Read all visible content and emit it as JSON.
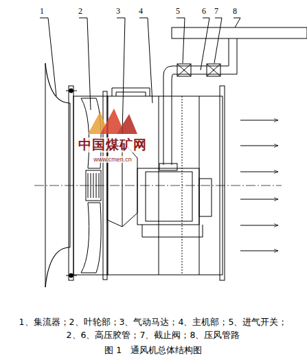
{
  "diagram": {
    "caption": "图 1　通风机总体结构图",
    "labels": [
      "1",
      "2",
      "3",
      "4",
      "5",
      "6",
      "7",
      "8",
      "中国煤矿网",
      "www.cmen.cn",
      "1、集流器；2、叶轮部；3、气动马达；4、主机部；5、进气开关；",
      "2、6、高压胶管；7、截止阀；8、压风管路"
    ]
  }
}
